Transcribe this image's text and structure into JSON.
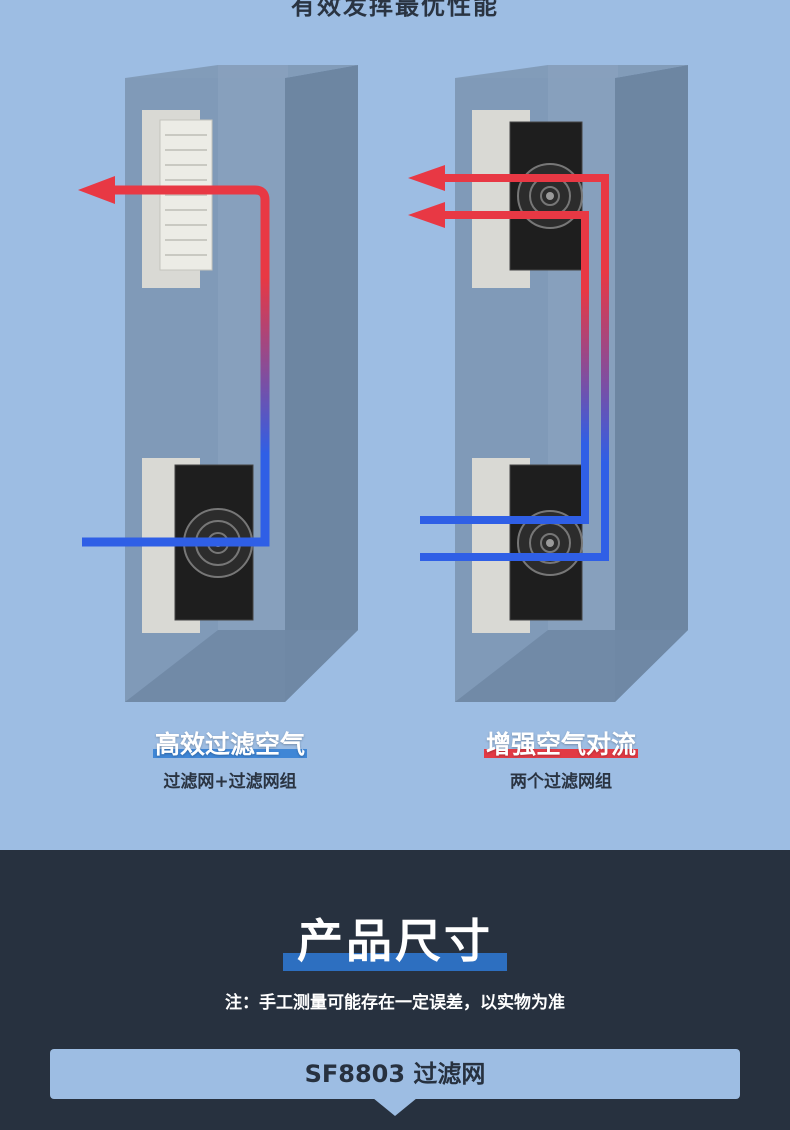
{
  "top_section": {
    "partial_title": "有效发挥最优性能"
  },
  "left_panel": {
    "title": "高效过滤空气",
    "subtitle": "过滤网+过滤网组",
    "underline_color": "#3f86d6"
  },
  "right_panel": {
    "title": "增强空气对流",
    "subtitle": "两个过滤网组",
    "underline_color": "#e23a45"
  },
  "size_section": {
    "title": "产品尺寸",
    "note": "注：手工测量可能存在一定误差，以实物为准",
    "model": "SF8803 过滤网"
  },
  "colors": {
    "bg_top": "#9dbde3",
    "bg_bottom": "#27313f",
    "arrow_hot": "#e83844",
    "arrow_cold": "#2f5fe6"
  }
}
